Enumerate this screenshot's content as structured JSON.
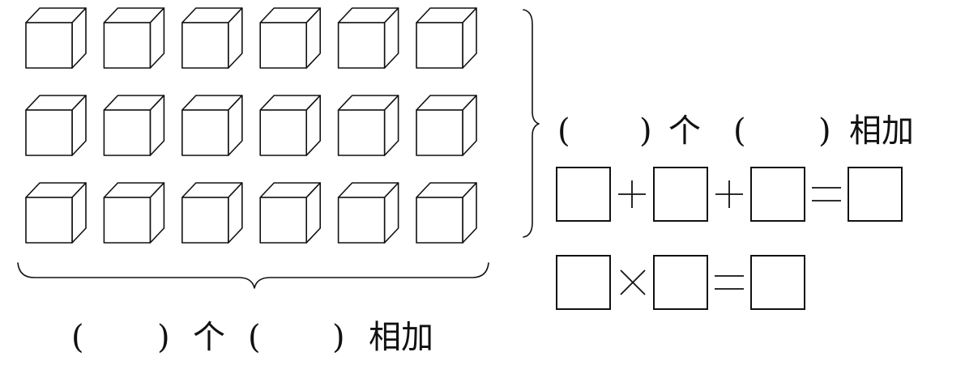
{
  "grid": {
    "rows": 3,
    "columns": 6
  },
  "vertical_question": {
    "open_1": "(",
    "close_1": ")",
    "measure": "个",
    "open_2": "(",
    "close_2": ")",
    "tail": "相加"
  },
  "horizontal_question": {
    "open_1": "(",
    "close_1": ")",
    "measure": "个",
    "open_2": "(",
    "close_2": ")",
    "tail": "相加"
  },
  "addition_equation": {
    "operators": [
      "+",
      "+",
      "="
    ]
  },
  "multiplication_equation": {
    "operators": [
      "×",
      "="
    ]
  }
}
